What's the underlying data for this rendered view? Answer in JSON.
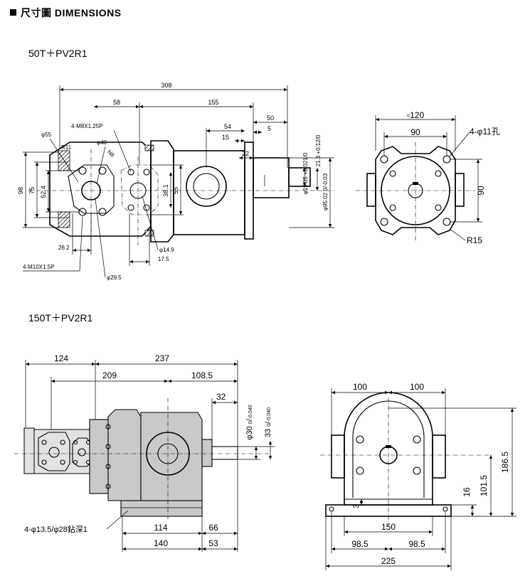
{
  "header": {
    "title": "尺寸圖 DIMENSIONS"
  },
  "model_a": {
    "name": "50T＋PV2R1",
    "dims": {
      "overall": "308",
      "d58": "58",
      "d155": "155",
      "d50": "50",
      "d54": "54",
      "d5": "5",
      "d15": "15",
      "d22": "22",
      "port_thread": "4-M8X1.25P",
      "phi55": "φ55",
      "r11": "R11",
      "phi40": "φ40",
      "n8": "N8",
      "h98": "98",
      "h75": "75",
      "h52_4": "52.4",
      "h55": "55",
      "h38_1": "38.1",
      "d26_2": "26.2",
      "mount_thread": "4-M10X1.5P",
      "phi29_5": "φ29.5",
      "phi14_9": "φ14.9",
      "d17_5": "17.5",
      "shaft_phi": "φ19.05",
      "shaft_tol_up": "+0.021",
      "shaft_tol_lo": "0",
      "key_h": "21.3",
      "key_tol_up": "+0.12",
      "key_tol_lo": "0",
      "pilot_phi": "φ95.02",
      "pilot_tol_up": "0",
      "pilot_tol_lo": "-0.03",
      "sq120": "▫120",
      "d90a": "90",
      "holes": "4-φ11孔",
      "h90": "90",
      "r15": "R15"
    }
  },
  "model_b": {
    "name": "150T＋PV2R1",
    "dims": {
      "d124": "124",
      "d237": "237",
      "d209": "209",
      "d108_5": "108.5",
      "d32": "32",
      "shaft_phi": "φ30",
      "shaft_tol_up": "0",
      "shaft_tol_lo": "-0.040",
      "key_phi": "33",
      "key_tol_up": "0",
      "key_tol_lo": "-0.040",
      "holes": "4-φ13.5/φ28鉆深1",
      "d114": "114",
      "d66": "66",
      "d140": "140",
      "d53": "53",
      "d100a": "100",
      "d100b": "100",
      "h186_5": "186.5",
      "h101_5": "101.5",
      "h16": "16",
      "d3": "3",
      "d150": "150",
      "d98_5a": "98.5",
      "d98_5b": "98.5",
      "d225": "225"
    }
  }
}
